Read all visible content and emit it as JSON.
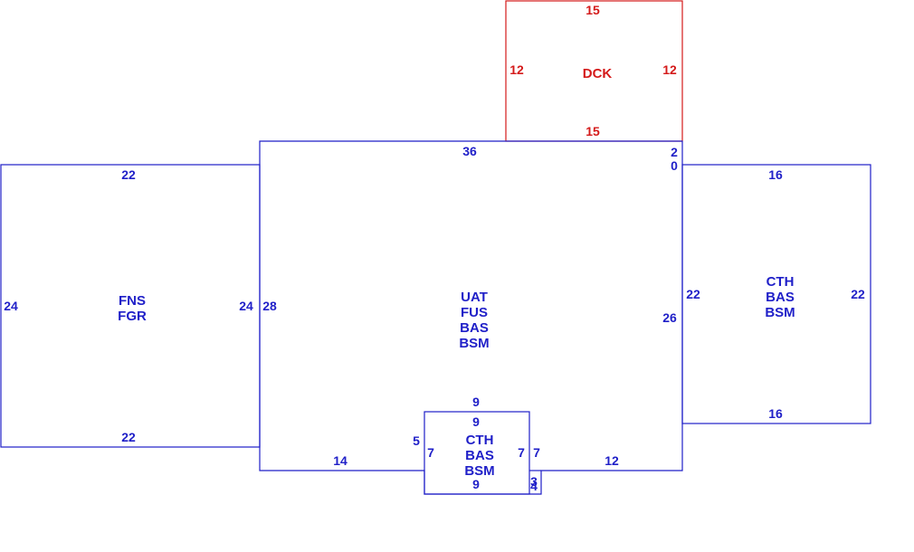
{
  "colors": {
    "main": "#1f1fc8",
    "deck": "#d41a1a",
    "background": "#ffffff"
  },
  "sketch": {
    "deck": {
      "name": "DCK",
      "dims": {
        "top": "15",
        "bottom": "15",
        "left": "12",
        "right": "12"
      }
    },
    "main": {
      "codes": [
        "UAT",
        "FUS",
        "BAS",
        "BSM"
      ],
      "dims": {
        "top": "36",
        "left": "28",
        "right": "26",
        "bottom_left": "14",
        "bottom_right": "12",
        "jog_top": "2",
        "jog_bottom": "0"
      }
    },
    "left": {
      "codes": [
        "FNS",
        "FGR"
      ],
      "dims": {
        "top": "22",
        "bottom": "22",
        "left": "24",
        "right": "24"
      }
    },
    "right": {
      "codes": [
        "CTH",
        "BAS",
        "BSM"
      ],
      "dims": {
        "top": "16",
        "bottom": "16",
        "left": "22",
        "right": "22"
      }
    },
    "bottom": {
      "codes": [
        "CTH",
        "BAS",
        "BSM"
      ],
      "dims": {
        "top_outer": "9",
        "top_inner": "9",
        "bottom": "9",
        "left_outer": "5",
        "left_inner": "7",
        "right_inner": "7",
        "right_outer": "7",
        "notch_a": "3",
        "notch_b": "4"
      }
    }
  }
}
